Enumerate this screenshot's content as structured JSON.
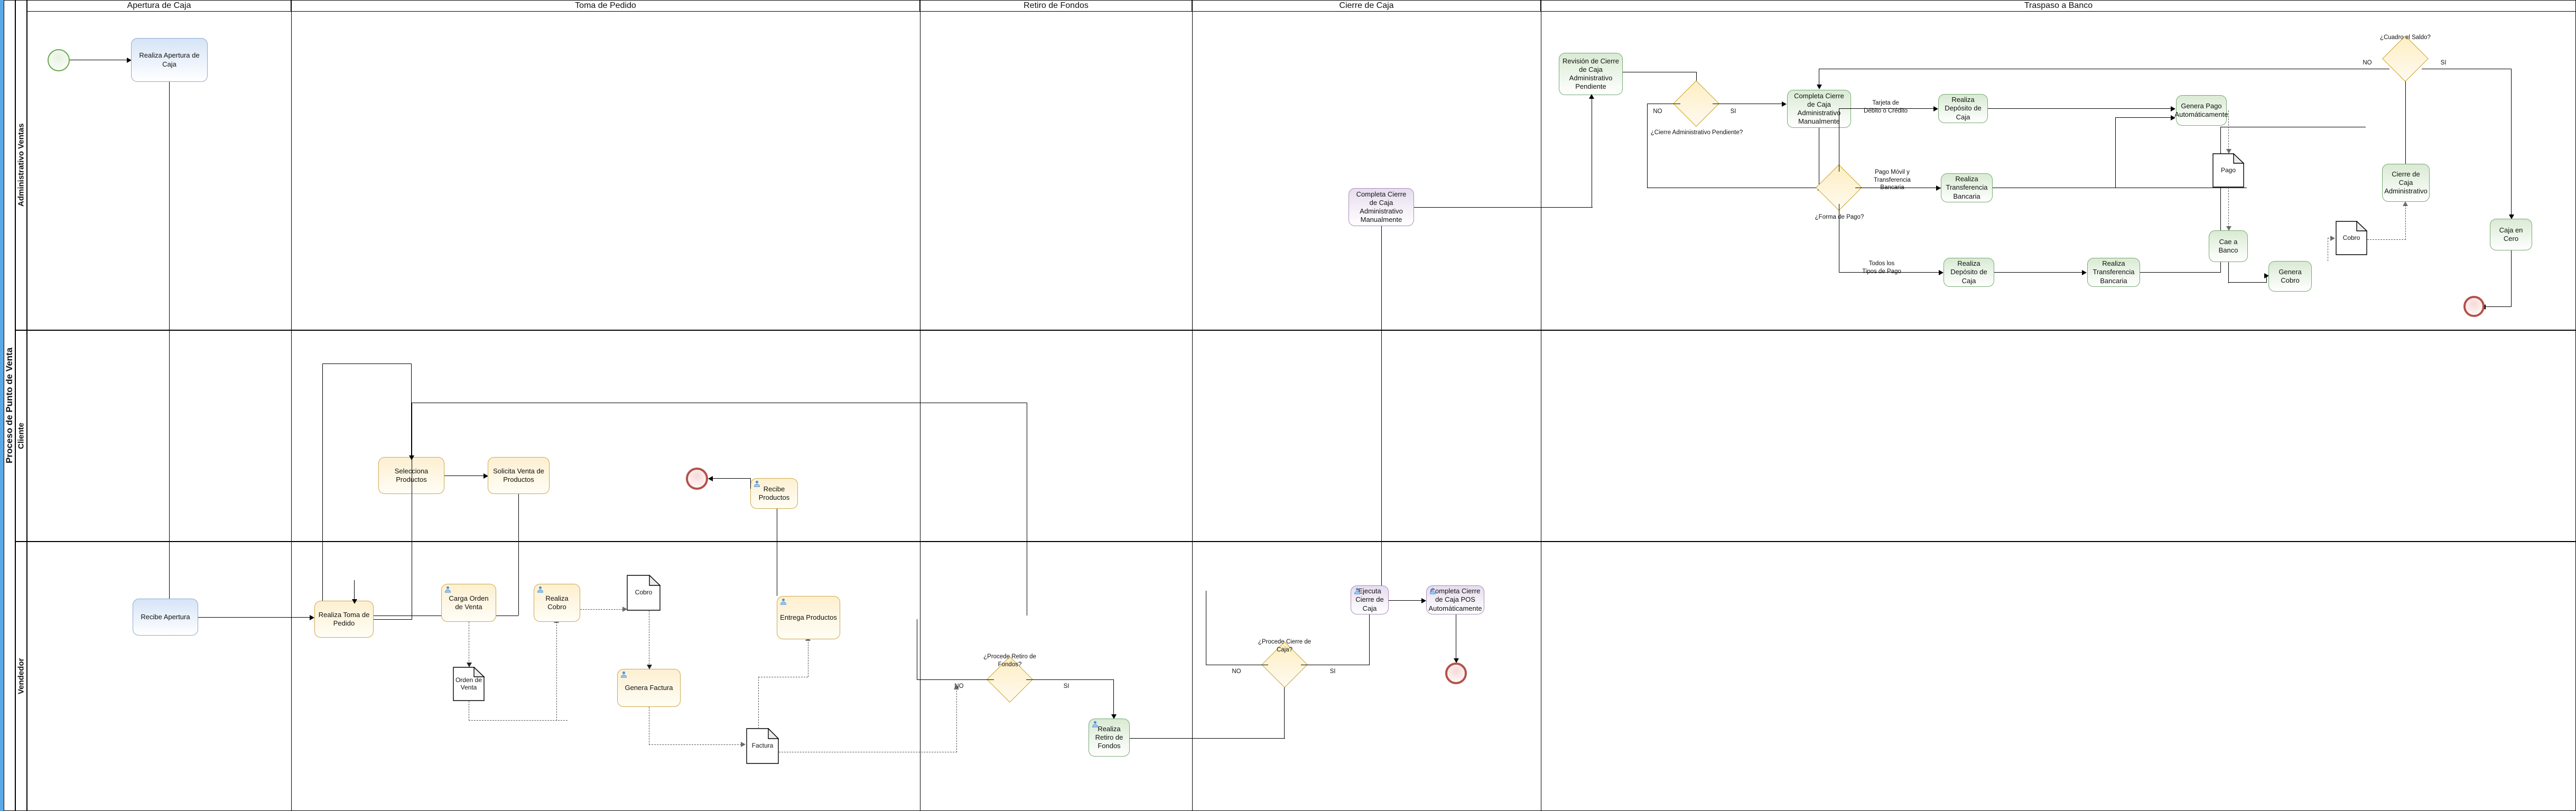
{
  "diagram": {
    "type": "bpmn-collaboration",
    "pool": {
      "name": "Proceso de Punto de Venta"
    },
    "lanes": [
      {
        "id": "administrativo",
        "label": "Administrativo Ventas"
      },
      {
        "id": "cliente",
        "label": "Cliente"
      },
      {
        "id": "vendedor",
        "label": "Vendedor"
      }
    ],
    "phases": [
      {
        "id": "apertura",
        "label": "Apertura de Caja"
      },
      {
        "id": "toma",
        "label": "Toma de Pedido"
      },
      {
        "id": "retiro",
        "label": "Retiro de Fondos"
      },
      {
        "id": "cierre",
        "label": "Cierre de Caja"
      },
      {
        "id": "traspaso",
        "label": "Traspaso a Banco"
      }
    ],
    "colors": {
      "pool_accent": "#5aa9e6",
      "task_blue_border": "#89a9d4",
      "task_blue_fill": "#d6e4f7",
      "task_green_border": "#76a974",
      "task_green_fill": "#d9ead3",
      "task_yellow_border": "#cda64a",
      "task_yellow_fill": "#fdf0d0",
      "task_purple_border": "#a98dba",
      "task_purple_fill": "#e6dcee",
      "gateway_border": "#c9a227",
      "gateway_fill": "#fdeec2",
      "start_event": "#6aa84f",
      "end_event": "#b5504a",
      "connector": "#000000"
    },
    "tasks": [
      {
        "id": "realiza-apertura-de-caja",
        "label": "Realiza Apertura de Caja",
        "style": "blue",
        "lane": "administrativo",
        "phase": "apertura",
        "user_task": false
      },
      {
        "id": "revision-de-cierre-de-caja-administrativo-pendiente",
        "label": "Revisión de Cierre de Caja Administrativo Pendiente",
        "style": "green",
        "lane": "administrativo",
        "phase": "cierre",
        "user_task": false
      },
      {
        "id": "completa-cierre-de-caja-administrativo-manualmente-green",
        "label": "Completa Cierre de Caja Administrativo Manualmente",
        "style": "green",
        "lane": "administrativo",
        "phase": "cierre",
        "user_task": false
      },
      {
        "id": "completa-cierre-de-caja-administrativo-manualmente-purple",
        "label": "Completa Cierre de Caja Administrativo Manualmente",
        "style": "purple",
        "lane": "administrativo",
        "phase": "cierre",
        "user_task": false
      },
      {
        "id": "realiza-deposito-de-caja-1",
        "label": "Realiza Depósito de Caja",
        "style": "green",
        "lane": "administrativo",
        "phase": "traspaso",
        "user_task": false
      },
      {
        "id": "realiza-transferencia-bancaria-1",
        "label": "Realiza Transferencia Bancaria",
        "style": "green",
        "lane": "administrativo",
        "phase": "traspaso",
        "user_task": false
      },
      {
        "id": "realiza-deposito-de-caja-2",
        "label": "Realiza Depósito de Caja",
        "style": "green",
        "lane": "administrativo",
        "phase": "traspaso",
        "user_task": false
      },
      {
        "id": "realiza-transferencia-bancaria-2",
        "label": "Realiza Transferencia Bancaria",
        "style": "green",
        "lane": "administrativo",
        "phase": "traspaso",
        "user_task": false
      },
      {
        "id": "genera-pago-automaticamente",
        "label": "Genera Pago Automáticamente",
        "style": "green",
        "lane": "administrativo",
        "phase": "traspaso",
        "user_task": false
      },
      {
        "id": "cae-a-banco",
        "label": "Cae a Banco",
        "style": "green",
        "lane": "administrativo",
        "phase": "traspaso",
        "user_task": false
      },
      {
        "id": "genera-cobro",
        "label": "Genera Cobro",
        "style": "green",
        "lane": "administrativo",
        "phase": "traspaso",
        "user_task": false
      },
      {
        "id": "cierre-de-caja-administrativo",
        "label": "Cierre de Caja Administrativo",
        "style": "green",
        "lane": "administrativo",
        "phase": "traspaso",
        "user_task": false
      },
      {
        "id": "caja-en-cero",
        "label": "Caja en Cero",
        "style": "green",
        "lane": "administrativo",
        "phase": "traspaso",
        "user_task": false
      },
      {
        "id": "selecciona-productos",
        "label": "Selecciona Productos",
        "style": "yellow",
        "lane": "cliente",
        "phase": "toma",
        "user_task": false
      },
      {
        "id": "solicita-venta-de-productos",
        "label": "Solicita Venta de Productos",
        "style": "yellow",
        "lane": "cliente",
        "phase": "toma",
        "user_task": false
      },
      {
        "id": "recibe-productos",
        "label": "Recibe Productos",
        "style": "yellow",
        "lane": "cliente",
        "phase": "toma",
        "user_task": true
      },
      {
        "id": "recibe-apertura",
        "label": "Recibe Apertura",
        "style": "blue",
        "lane": "vendedor",
        "phase": "apertura",
        "user_task": false
      },
      {
        "id": "realiza-toma-de-pedido",
        "label": "Realiza Toma de Pedido",
        "style": "yellow",
        "lane": "vendedor",
        "phase": "toma",
        "user_task": false
      },
      {
        "id": "carga-orden-de-venta",
        "label": "Carga Orden de Venta",
        "style": "yellow",
        "lane": "vendedor",
        "phase": "toma",
        "user_task": true
      },
      {
        "id": "realiza-cobro",
        "label": "Realiza Cobro",
        "style": "yellow",
        "lane": "vendedor",
        "phase": "toma",
        "user_task": true
      },
      {
        "id": "genera-factura",
        "label": "Genera Factura",
        "style": "yellow",
        "lane": "vendedor",
        "phase": "toma",
        "user_task": true
      },
      {
        "id": "entrega-productos",
        "label": "Entrega Productos",
        "style": "yellow",
        "lane": "vendedor",
        "phase": "toma",
        "user_task": true
      },
      {
        "id": "realiza-retiro-de-fondos",
        "label": "Realiza Retiro de Fondos",
        "style": "green",
        "lane": "vendedor",
        "phase": "retiro",
        "user_task": true
      },
      {
        "id": "ejecuta-cierre-de-caja",
        "label": "Ejecuta Cierre de Caja",
        "style": "purple",
        "lane": "vendedor",
        "phase": "cierre",
        "user_task": true
      },
      {
        "id": "completa-cierre-de-caja-pos-automaticamente",
        "label": "Completa Cierre de Caja POS Automáticamente",
        "style": "purple",
        "lane": "vendedor",
        "phase": "cierre",
        "user_task": true
      }
    ],
    "gateways": [
      {
        "id": "cierre-administrativo-pendiente",
        "label": "¿Cierre Administrativo Pendiente?",
        "lane": "administrativo",
        "branches": [
          "NO",
          "SI"
        ]
      },
      {
        "id": "forma-de-pago",
        "label": "¿Forma de Pago?",
        "lane": "administrativo",
        "branches": [
          "Tarjeta de Débito o Crédito",
          "Pago Móvil y Transferencia Bancaria",
          "Todos los Tipos de Pago"
        ]
      },
      {
        "id": "cuadro-el-saldo",
        "label": "¿Cuadro el Saldo?",
        "lane": "administrativo",
        "branches": [
          "NO",
          "SI"
        ]
      },
      {
        "id": "procede-retiro-de-fondos",
        "label": "¿Procede Retiro de Fondos?",
        "lane": "vendedor",
        "branches": [
          "NO",
          "SI"
        ]
      },
      {
        "id": "procede-cierre-de-caja",
        "label": "¿Procede Cierre de Caja?",
        "lane": "vendedor",
        "branches": [
          "NO",
          "SI"
        ]
      }
    ],
    "documents": [
      {
        "id": "orden-de-venta",
        "label": "Orden de Venta",
        "lane": "vendedor"
      },
      {
        "id": "cobro-vendedor",
        "label": "Cobro",
        "lane": "vendedor"
      },
      {
        "id": "factura",
        "label": "Factura",
        "lane": "vendedor"
      },
      {
        "id": "pago",
        "label": "Pago",
        "lane": "administrativo"
      },
      {
        "id": "cobro-admin",
        "label": "Cobro",
        "lane": "administrativo"
      }
    ],
    "events": [
      {
        "id": "start-apertura",
        "kind": "start",
        "lane": "administrativo"
      },
      {
        "id": "end-recibe-productos",
        "kind": "end",
        "lane": "cliente"
      },
      {
        "id": "end-pos",
        "kind": "end",
        "lane": "vendedor"
      },
      {
        "id": "end-caja-en-cero",
        "kind": "end",
        "lane": "administrativo"
      }
    ],
    "edge_labels": {
      "no": "NO",
      "si": "SI",
      "tarjeta": "Tarjeta de\nDébito o Crédito",
      "pago_movil": "Pago Móvil y\nTransferencia\nBancaria",
      "todos_pagos": "Todos los\nTipos de Pago"
    }
  }
}
